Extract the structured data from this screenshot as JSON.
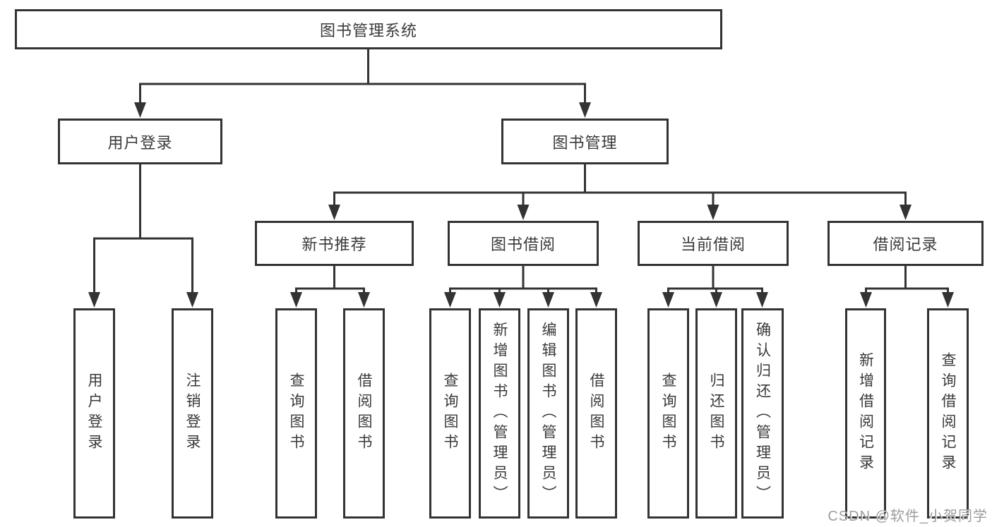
{
  "diagram": {
    "title_box": {
      "label": "图书管理系统"
    },
    "branches": [
      {
        "label": "用户登录",
        "children": [
          "用户登录",
          "注销登录"
        ]
      },
      {
        "label": "图书管理",
        "sections": [
          {
            "label": "新书推荐",
            "children": [
              "查询图书",
              "借阅图书"
            ]
          },
          {
            "label": "图书借阅",
            "children": [
              "查询图书",
              "新增图书（管理员）",
              "编辑图书（管理员）",
              "借阅图书"
            ]
          },
          {
            "label": "当前借阅",
            "children": [
              "查询图书",
              "归还图书",
              "确认归还（管理员）"
            ]
          },
          {
            "label": "借阅记录",
            "children": [
              "新增借阅记录",
              "查询借阅记录"
            ]
          }
        ]
      }
    ]
  },
  "watermark": "CSDN @软件_小贺同学",
  "colors": {
    "line": "#333333",
    "box_border": "#333333",
    "text": "#3a3a3a",
    "watermark": "#9d9d9d",
    "background": "#ffffff"
  }
}
